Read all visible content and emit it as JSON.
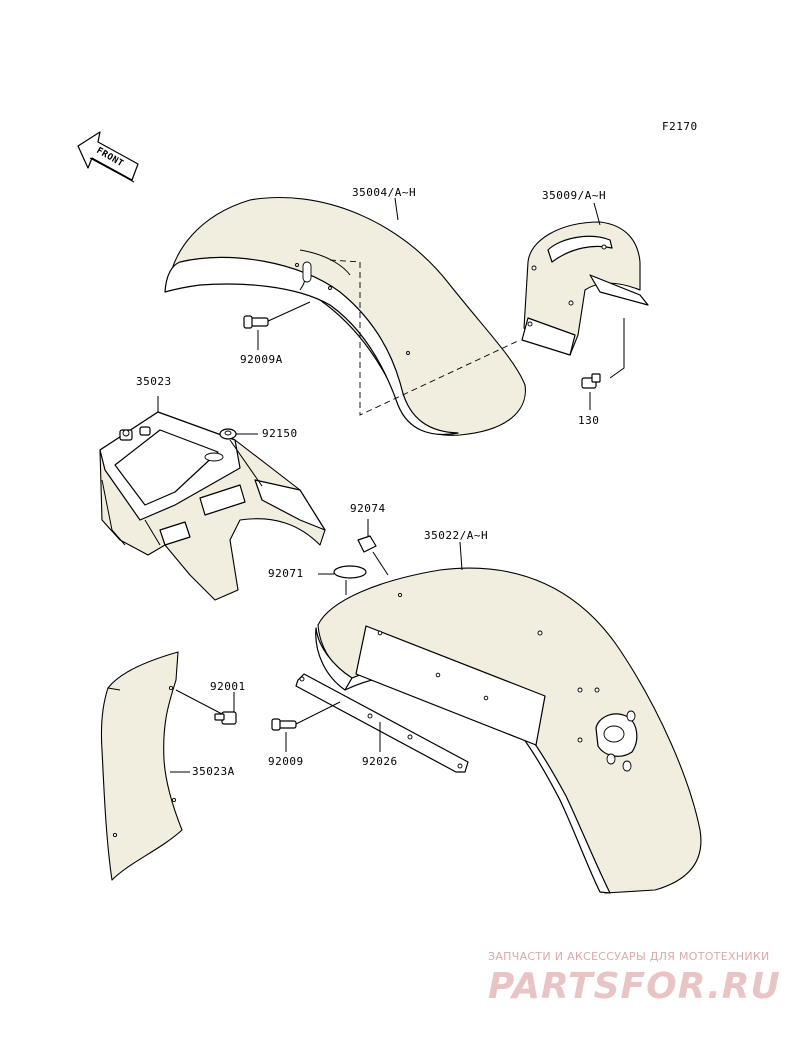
{
  "figure_code": "F2170",
  "front_marker": "FRONT",
  "callouts": {
    "front_fender": "35004/A~H",
    "front_fender_cover": "35009/A~H",
    "bolt_front": "92009A",
    "bolt_cover": "130",
    "rear_fender_holder": "35023",
    "rear_fender_flap": "35023A",
    "grommet_92150": "92150",
    "cap_92074": "92074",
    "damper_92071": "92071",
    "rear_fender": "35022/A~H",
    "bolt_92001": "92001",
    "bolt_92009": "92009",
    "bracket_92026": "92026"
  },
  "watermark": {
    "caption": "ЗАПЧАСТИ И АКСЕССУАРЫ ДЛЯ МОТОТЕХНИКИ",
    "logo": "PARTSFOR.RU"
  }
}
